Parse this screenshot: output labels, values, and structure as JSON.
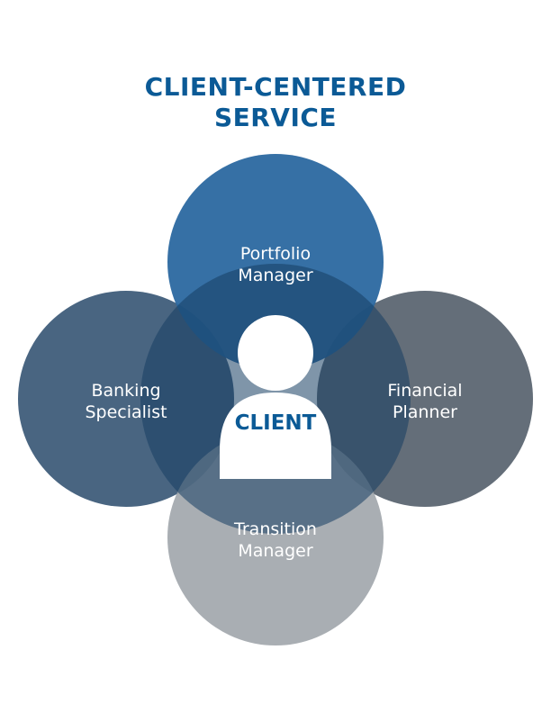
{
  "title": {
    "line1": "CLIENT-CENTERED",
    "line2": "SERVICE"
  },
  "center": {
    "label": "CLIENT",
    "icon": "person-icon"
  },
  "circles": {
    "portfolio_manager": {
      "line1": "Portfolio",
      "line2": "Manager",
      "color": "#2e6aa0"
    },
    "banking_specialist": {
      "line1": "Banking",
      "line2": "Specialist",
      "color": "#3d5a78"
    },
    "financial_planner": {
      "line1": "Financial",
      "line2": "Planner",
      "color": "#5a6470"
    },
    "transition_manager": {
      "line1": "Transition",
      "line2": "Manager",
      "color": "#a3a8ad"
    }
  },
  "colors": {
    "title": "#0b5a96",
    "center_circle": "#1f4b72",
    "person": "#ffffff"
  }
}
